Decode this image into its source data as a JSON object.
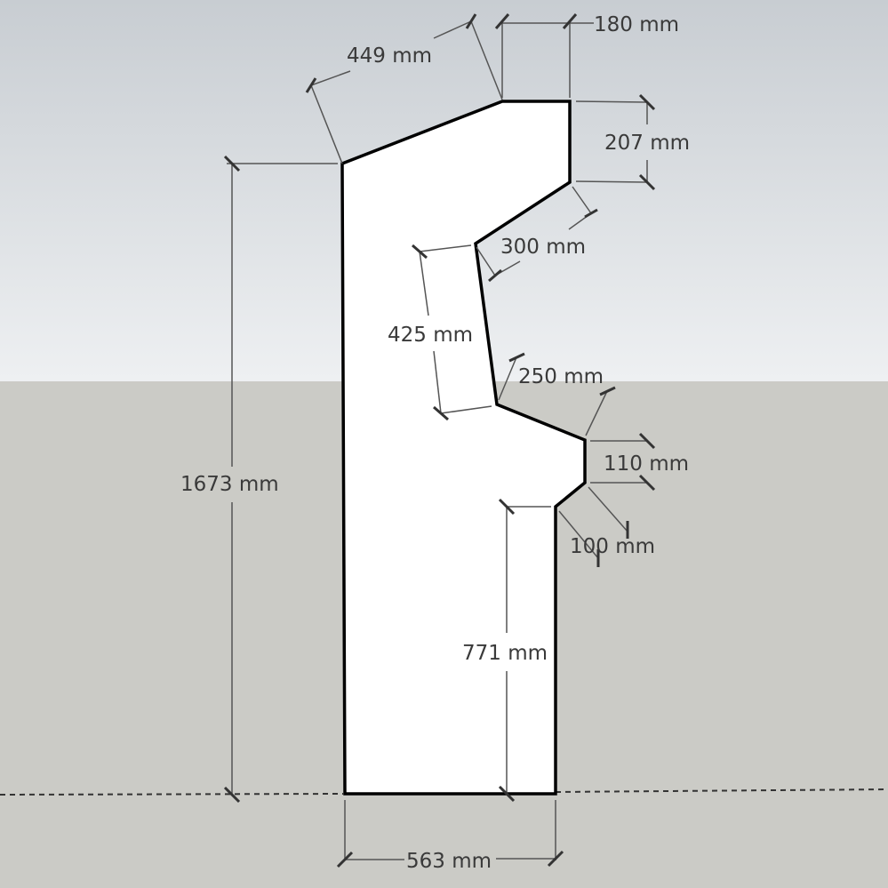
{
  "scene": {
    "sky_color_top": "#c8cdd2",
    "sky_color_bottom": "#eef0f2",
    "ground_color": "#cbcbc6",
    "panel_fill": "#ffffff",
    "outline_color": "#000000",
    "dimension_color": "#444444"
  },
  "dimensions": {
    "top_slope": "449 mm",
    "top_width": "180 mm",
    "top_front": "207 mm",
    "upper_bevel": "300 mm",
    "monitor_face": "425 mm",
    "control_panel": "250 mm",
    "control_front": "110 mm",
    "kick_bevel": "100 mm",
    "lower_front": "771 mm",
    "total_height": "1673 mm",
    "base_width": "563 mm"
  }
}
